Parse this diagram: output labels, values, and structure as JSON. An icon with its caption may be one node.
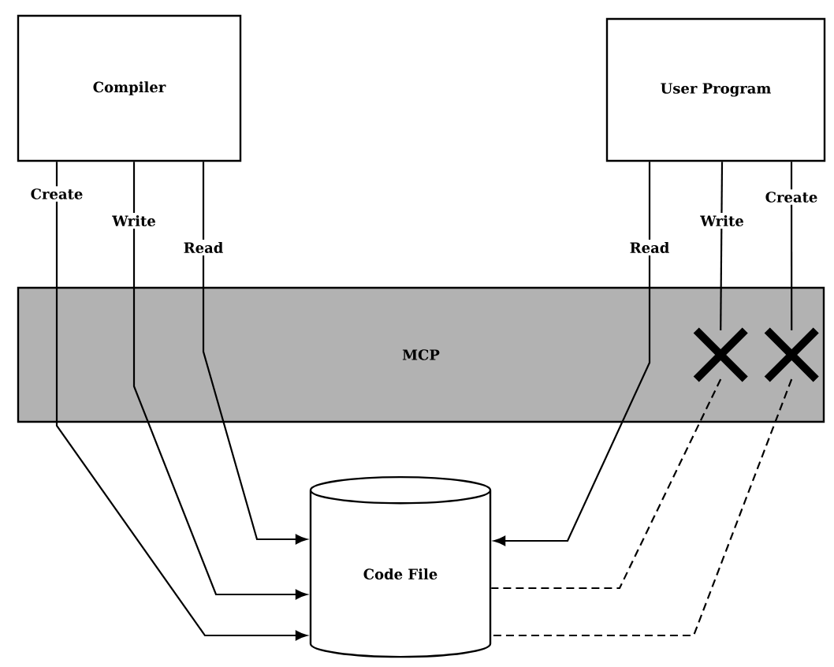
{
  "diagram": {
    "nodes": [
      {
        "text": [
          "Compiler"
        ]
      },
      {
        "text": [
          "User Program"
        ]
      },
      {
        "text": [
          "MCP"
        ]
      },
      {
        "text": [
          "Code File"
        ]
      },
      {
        "text": [],
        "shape": "cross",
        "in": 2
      },
      {
        "text": [],
        "shape": "cross",
        "in": 2
      }
    ],
    "edges": [
      {
        "from": 0,
        "to": 3,
        "arrow": "to",
        "label": "Create"
      },
      {
        "from": 0,
        "to": 3,
        "arrow": "to",
        "label": "Write"
      },
      {
        "from": 0,
        "to": 3,
        "arrow": "to",
        "label": "Read"
      },
      {
        "from": 1,
        "to": 3,
        "arrow": "to",
        "label": "Read"
      },
      {
        "from": 1,
        "to": 4,
        "arrow": "none",
        "label": "Write"
      },
      {
        "from": 1,
        "to": 5,
        "arrow": "none",
        "label": "Create"
      },
      {
        "from": 4,
        "to": 3,
        "arrow": "none",
        "style": "dashed"
      },
      {
        "from": 5,
        "to": 3,
        "arrow": "none",
        "style": "dashed"
      }
    ]
  }
}
